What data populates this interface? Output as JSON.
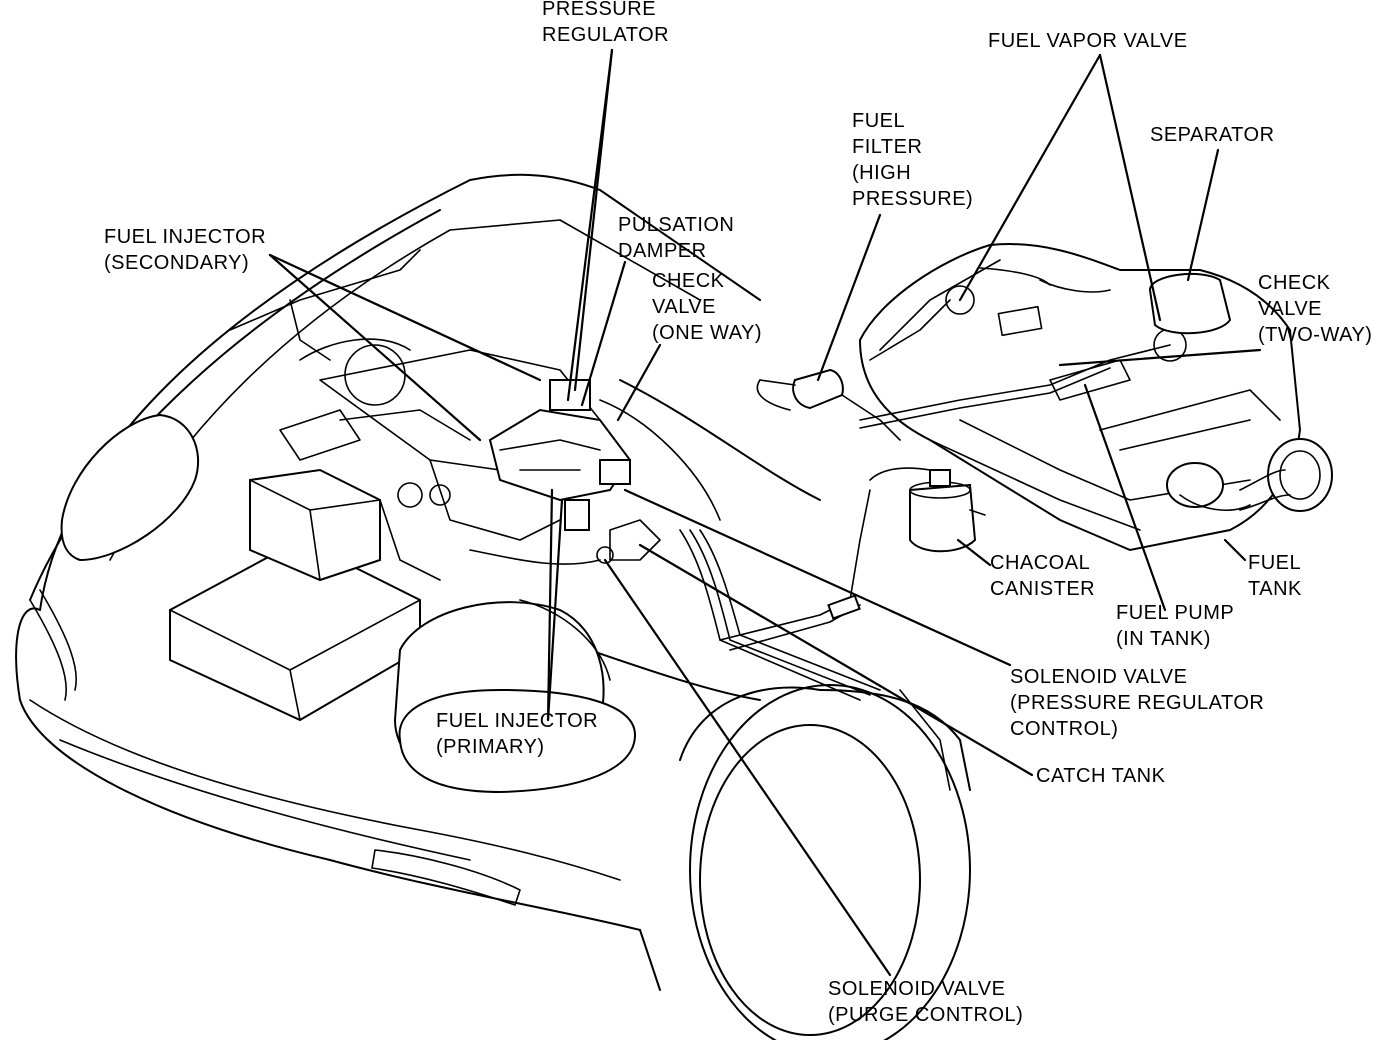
{
  "labels": {
    "pressure_regulator": [
      "PRESSURE",
      "REGULATOR"
    ],
    "fuel_vapor_valve": [
      "FUEL VAPOR VALVE"
    ],
    "fuel_filter": [
      "FUEL",
      "FILTER",
      "(HIGH",
      "PRESSURE)"
    ],
    "separator": [
      "SEPARATOR"
    ],
    "fuel_injector_secondary": [
      "FUEL INJECTOR",
      "(SECONDARY)"
    ],
    "pulsation_damper": [
      "PULSATION",
      "DAMPER"
    ],
    "check_valve_one_way": [
      "CHECK",
      "VALVE",
      "(ONE WAY)"
    ],
    "check_valve_two_way": [
      "CHECK",
      "VALVE",
      "(TWO-WAY)"
    ],
    "charcoal_canister": [
      "CHACOAL",
      "CANISTER"
    ],
    "fuel_tank": [
      "FUEL",
      "TANK"
    ],
    "fuel_pump": [
      "FUEL PUMP",
      "(IN TANK)"
    ],
    "solenoid_valve_prc": [
      "SOLENOID VALVE",
      "(PRESSURE REGULATOR",
      "CONTROL)"
    ],
    "fuel_injector_primary": [
      "FUEL INJECTOR",
      "(PRIMARY)"
    ],
    "catch_tank": [
      "CATCH TANK"
    ],
    "solenoid_valve_purge": [
      "SOLENOID VALVE",
      "(PURGE CONTROL)"
    ]
  }
}
